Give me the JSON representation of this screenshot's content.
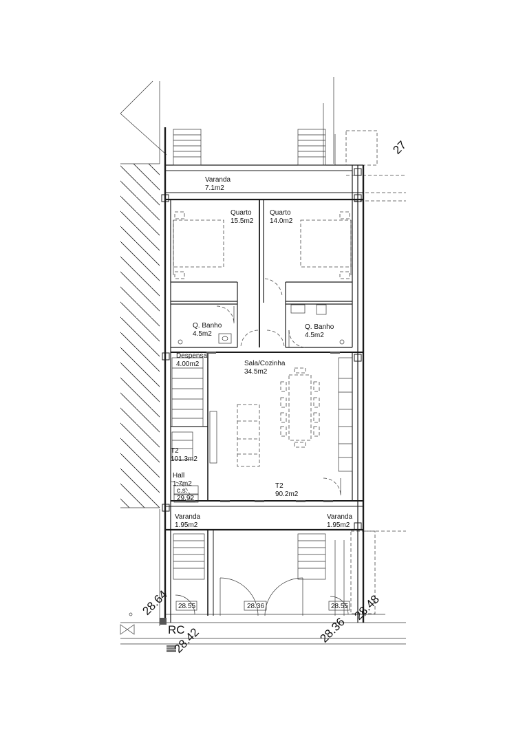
{
  "rooms": {
    "varanda_top": {
      "name": "Varanda",
      "area": "7.1m2"
    },
    "quarto_left": {
      "name": "Quarto",
      "area": "15.5m2"
    },
    "quarto_right": {
      "name": "Quarto",
      "area": "14.0m2"
    },
    "banho_left": {
      "name": "Q. Banho",
      "area": "4.5m2"
    },
    "banho_right": {
      "name": "Q. Banho",
      "area": "4.5m2"
    },
    "despensa": {
      "name": "Despensa",
      "area": "4.00m2"
    },
    "sala": {
      "name": "Sala/Cozinha",
      "area": "34.5m2"
    },
    "t2_left": {
      "name": "T2",
      "area": "101.3m2"
    },
    "hall": {
      "name": "Hall",
      "area": "1.7m2"
    },
    "cs": {
      "name": "c.s.",
      "value": "29.92"
    },
    "t2_center": {
      "name": "T2",
      "area": "90.2m2"
    },
    "varanda_bl": {
      "name": "Varanda",
      "area": "1.95m2"
    },
    "varanda_br": {
      "name": "Varanda",
      "area": "1.95m2"
    }
  },
  "levels": {
    "l1": "28.55",
    "l2": "28.36",
    "l3": "28.55",
    "l4": "28.64",
    "l5": "28.42",
    "l6": "28.36",
    "l7": "28.48",
    "l8": "27"
  },
  "floor_label": "RC"
}
